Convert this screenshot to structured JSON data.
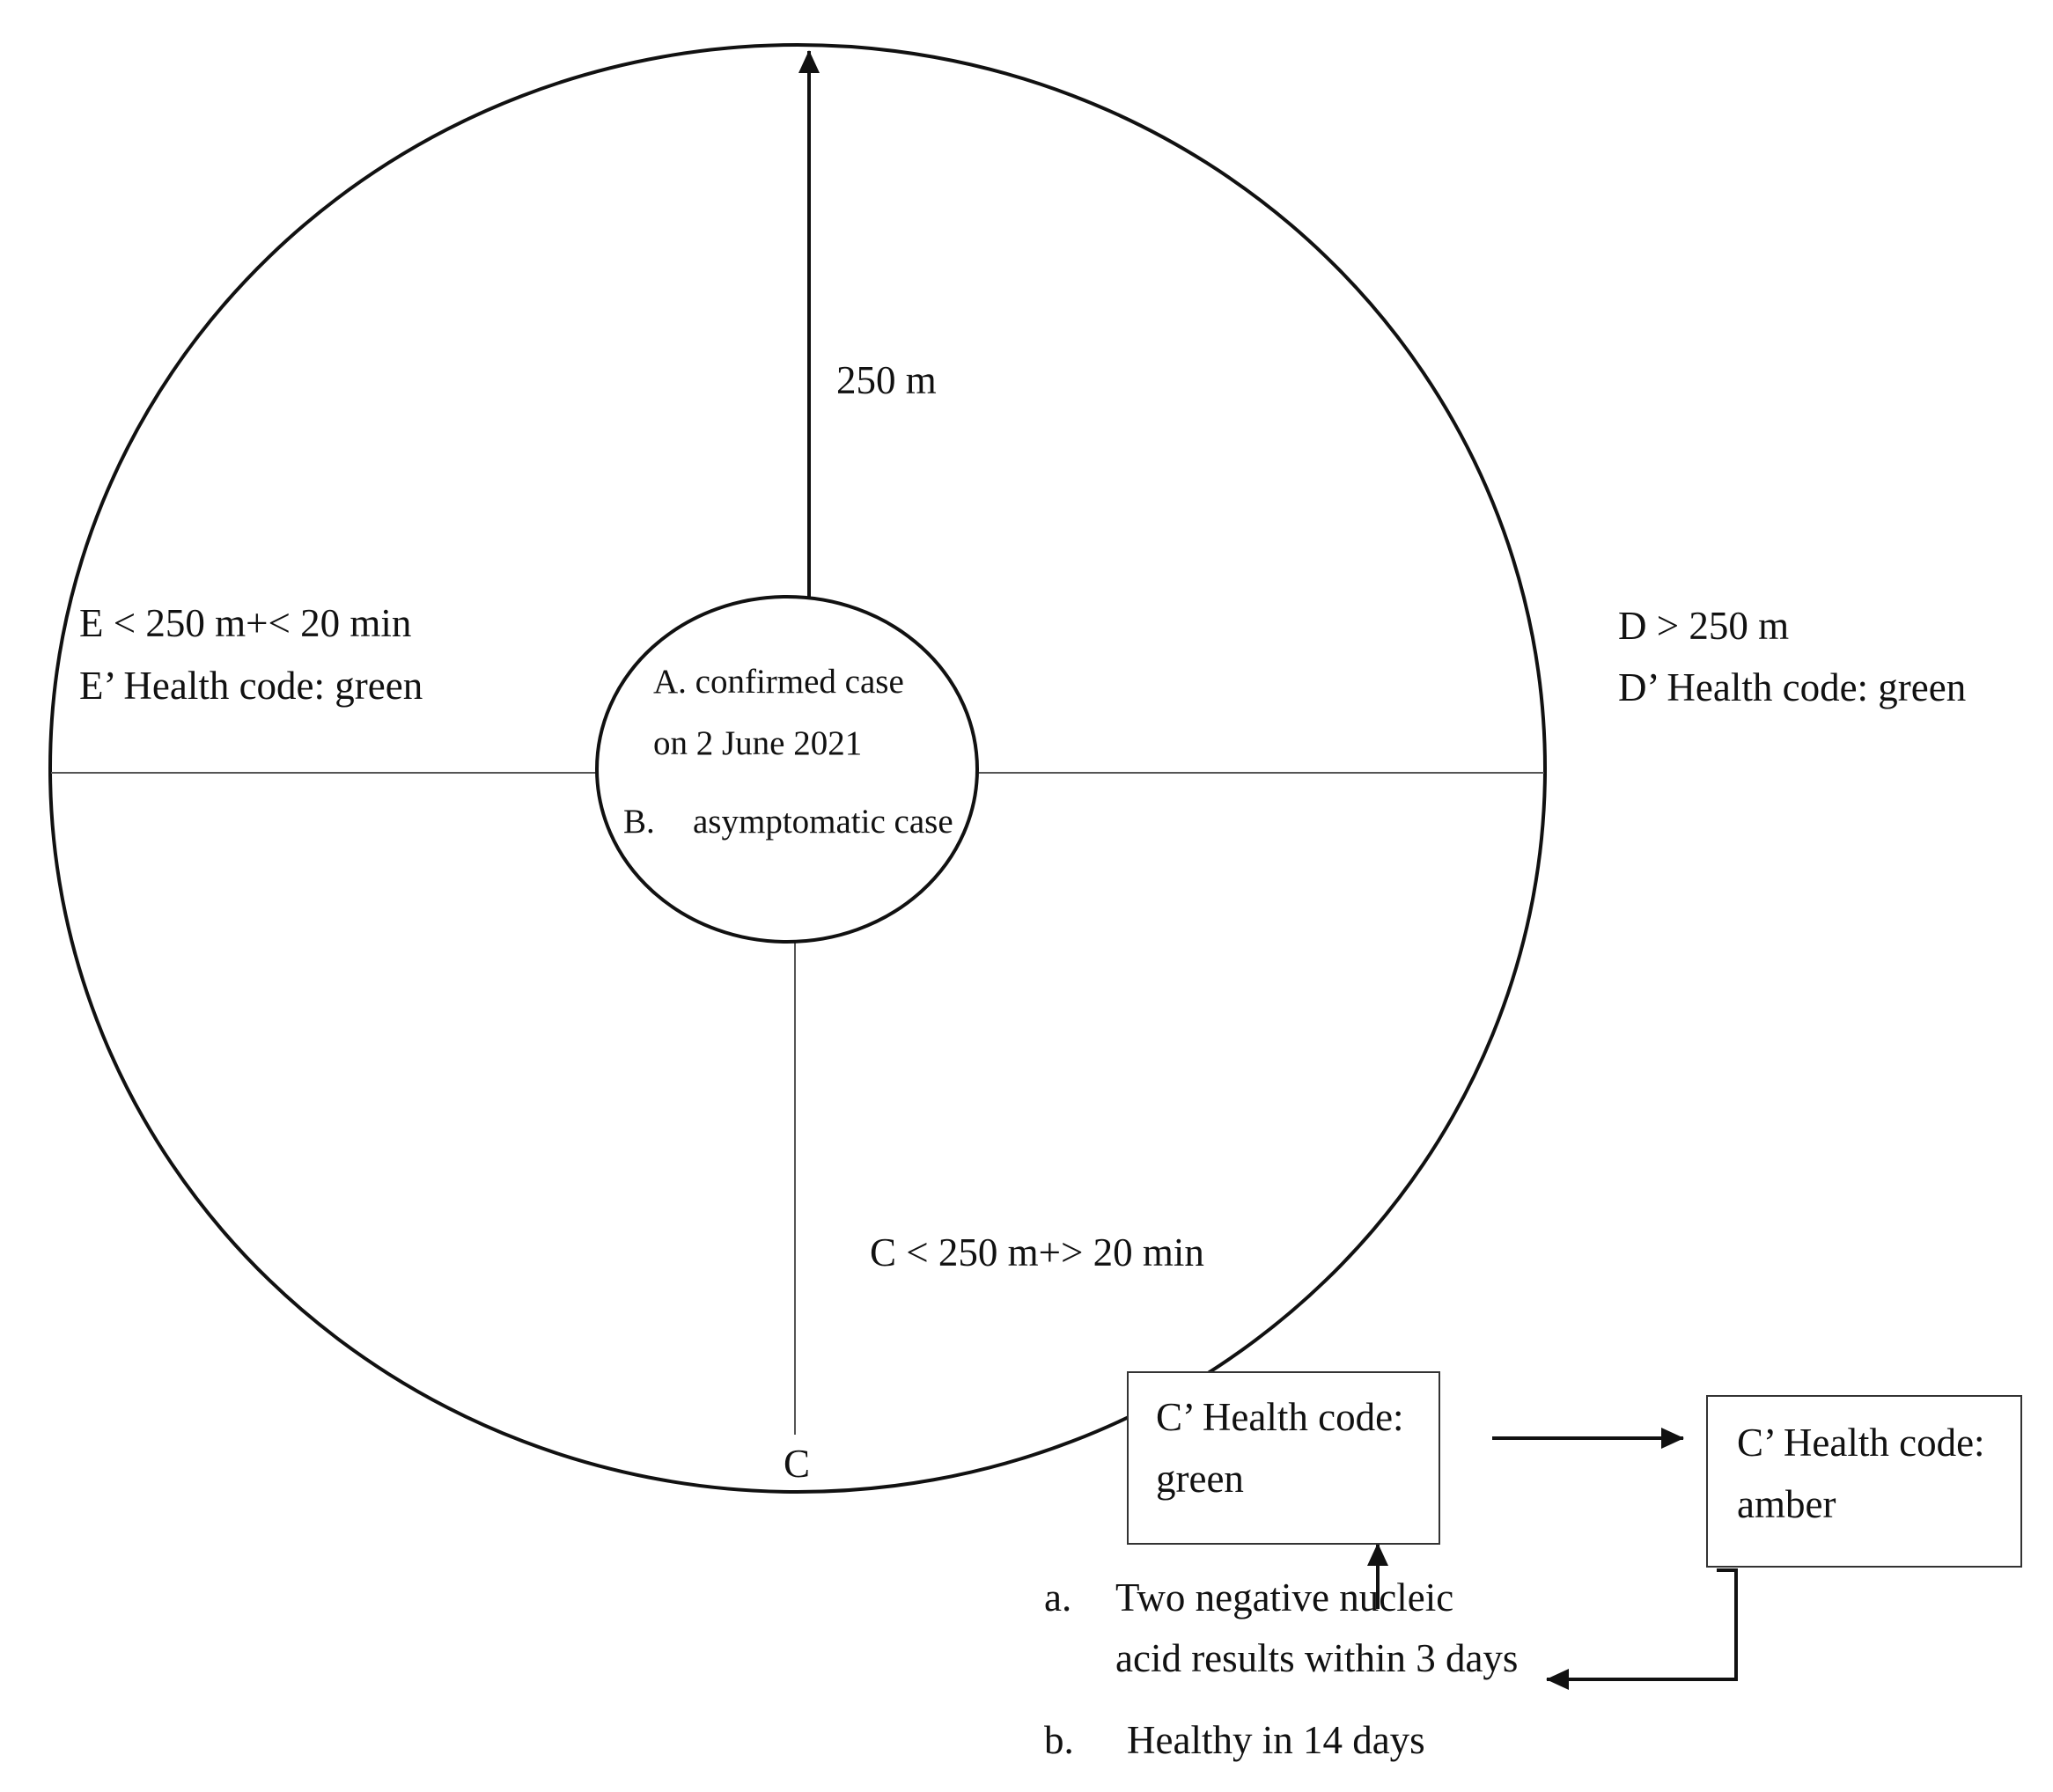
{
  "colors": {
    "line": "#111111",
    "divider": "#555555",
    "box_border": "#333333",
    "background": "#ffffff"
  },
  "center": {
    "line1": "A. confirmed case",
    "line2": "on 2 June 2021",
    "marker_b": "B.",
    "line3": "asymptomatic case"
  },
  "radius_label": "250 m",
  "zone_e": {
    "line1": "E < 250 m+< 20 min",
    "line2": "E’ Health code: green"
  },
  "zone_d": {
    "line1": "D > 250 m",
    "line2": "D’ Health code: green"
  },
  "zone_c": {
    "label": "C < 250 m+> 20 min",
    "marker": "C"
  },
  "box_green": {
    "line1": "C’ Health code:",
    "line2": "green"
  },
  "box_amber": {
    "line1": "C’ Health code:",
    "line2": "amber"
  },
  "conditions": {
    "a_marker": "a.",
    "a_line1": "Two negative nucleic",
    "a_line2": "acid results within 3 days",
    "b_marker": "b.",
    "b_text": "Healthy in 14 days"
  }
}
